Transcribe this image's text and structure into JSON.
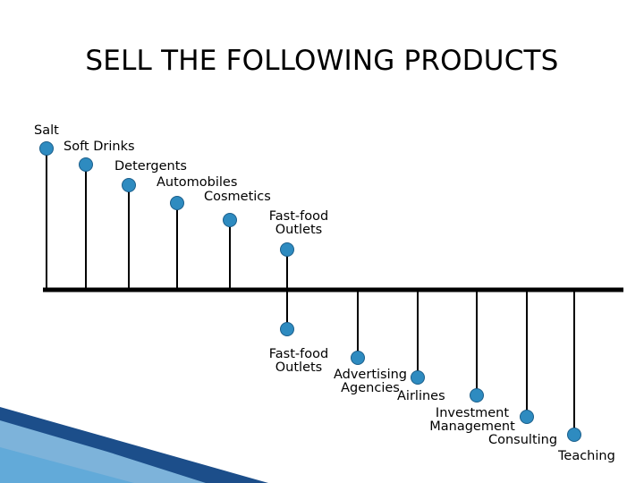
{
  "slide": {
    "title": "SELL THE FOLLOWING PRODUCTS"
  },
  "colors": {
    "dot": "#2E8BC0",
    "line": "#000000",
    "decor_dark": "#1C4E8A",
    "decor_light": "#8EC5E8"
  },
  "upper_items": [
    {
      "label": "Salt"
    },
    {
      "label": "Soft Drinks"
    },
    {
      "label": "Detergents"
    },
    {
      "label": "Automobiles"
    },
    {
      "label": "Cosmetics"
    },
    {
      "label": "Fast-food\nOutlets"
    }
  ],
  "lower_items": [
    {
      "label": "Fast-food\nOutlets"
    },
    {
      "label": "Advertising\nAgencies"
    },
    {
      "label": "Airlines"
    },
    {
      "label": "Investment\nManagement"
    },
    {
      "label": "Consulting"
    },
    {
      "label": "Teaching"
    }
  ]
}
